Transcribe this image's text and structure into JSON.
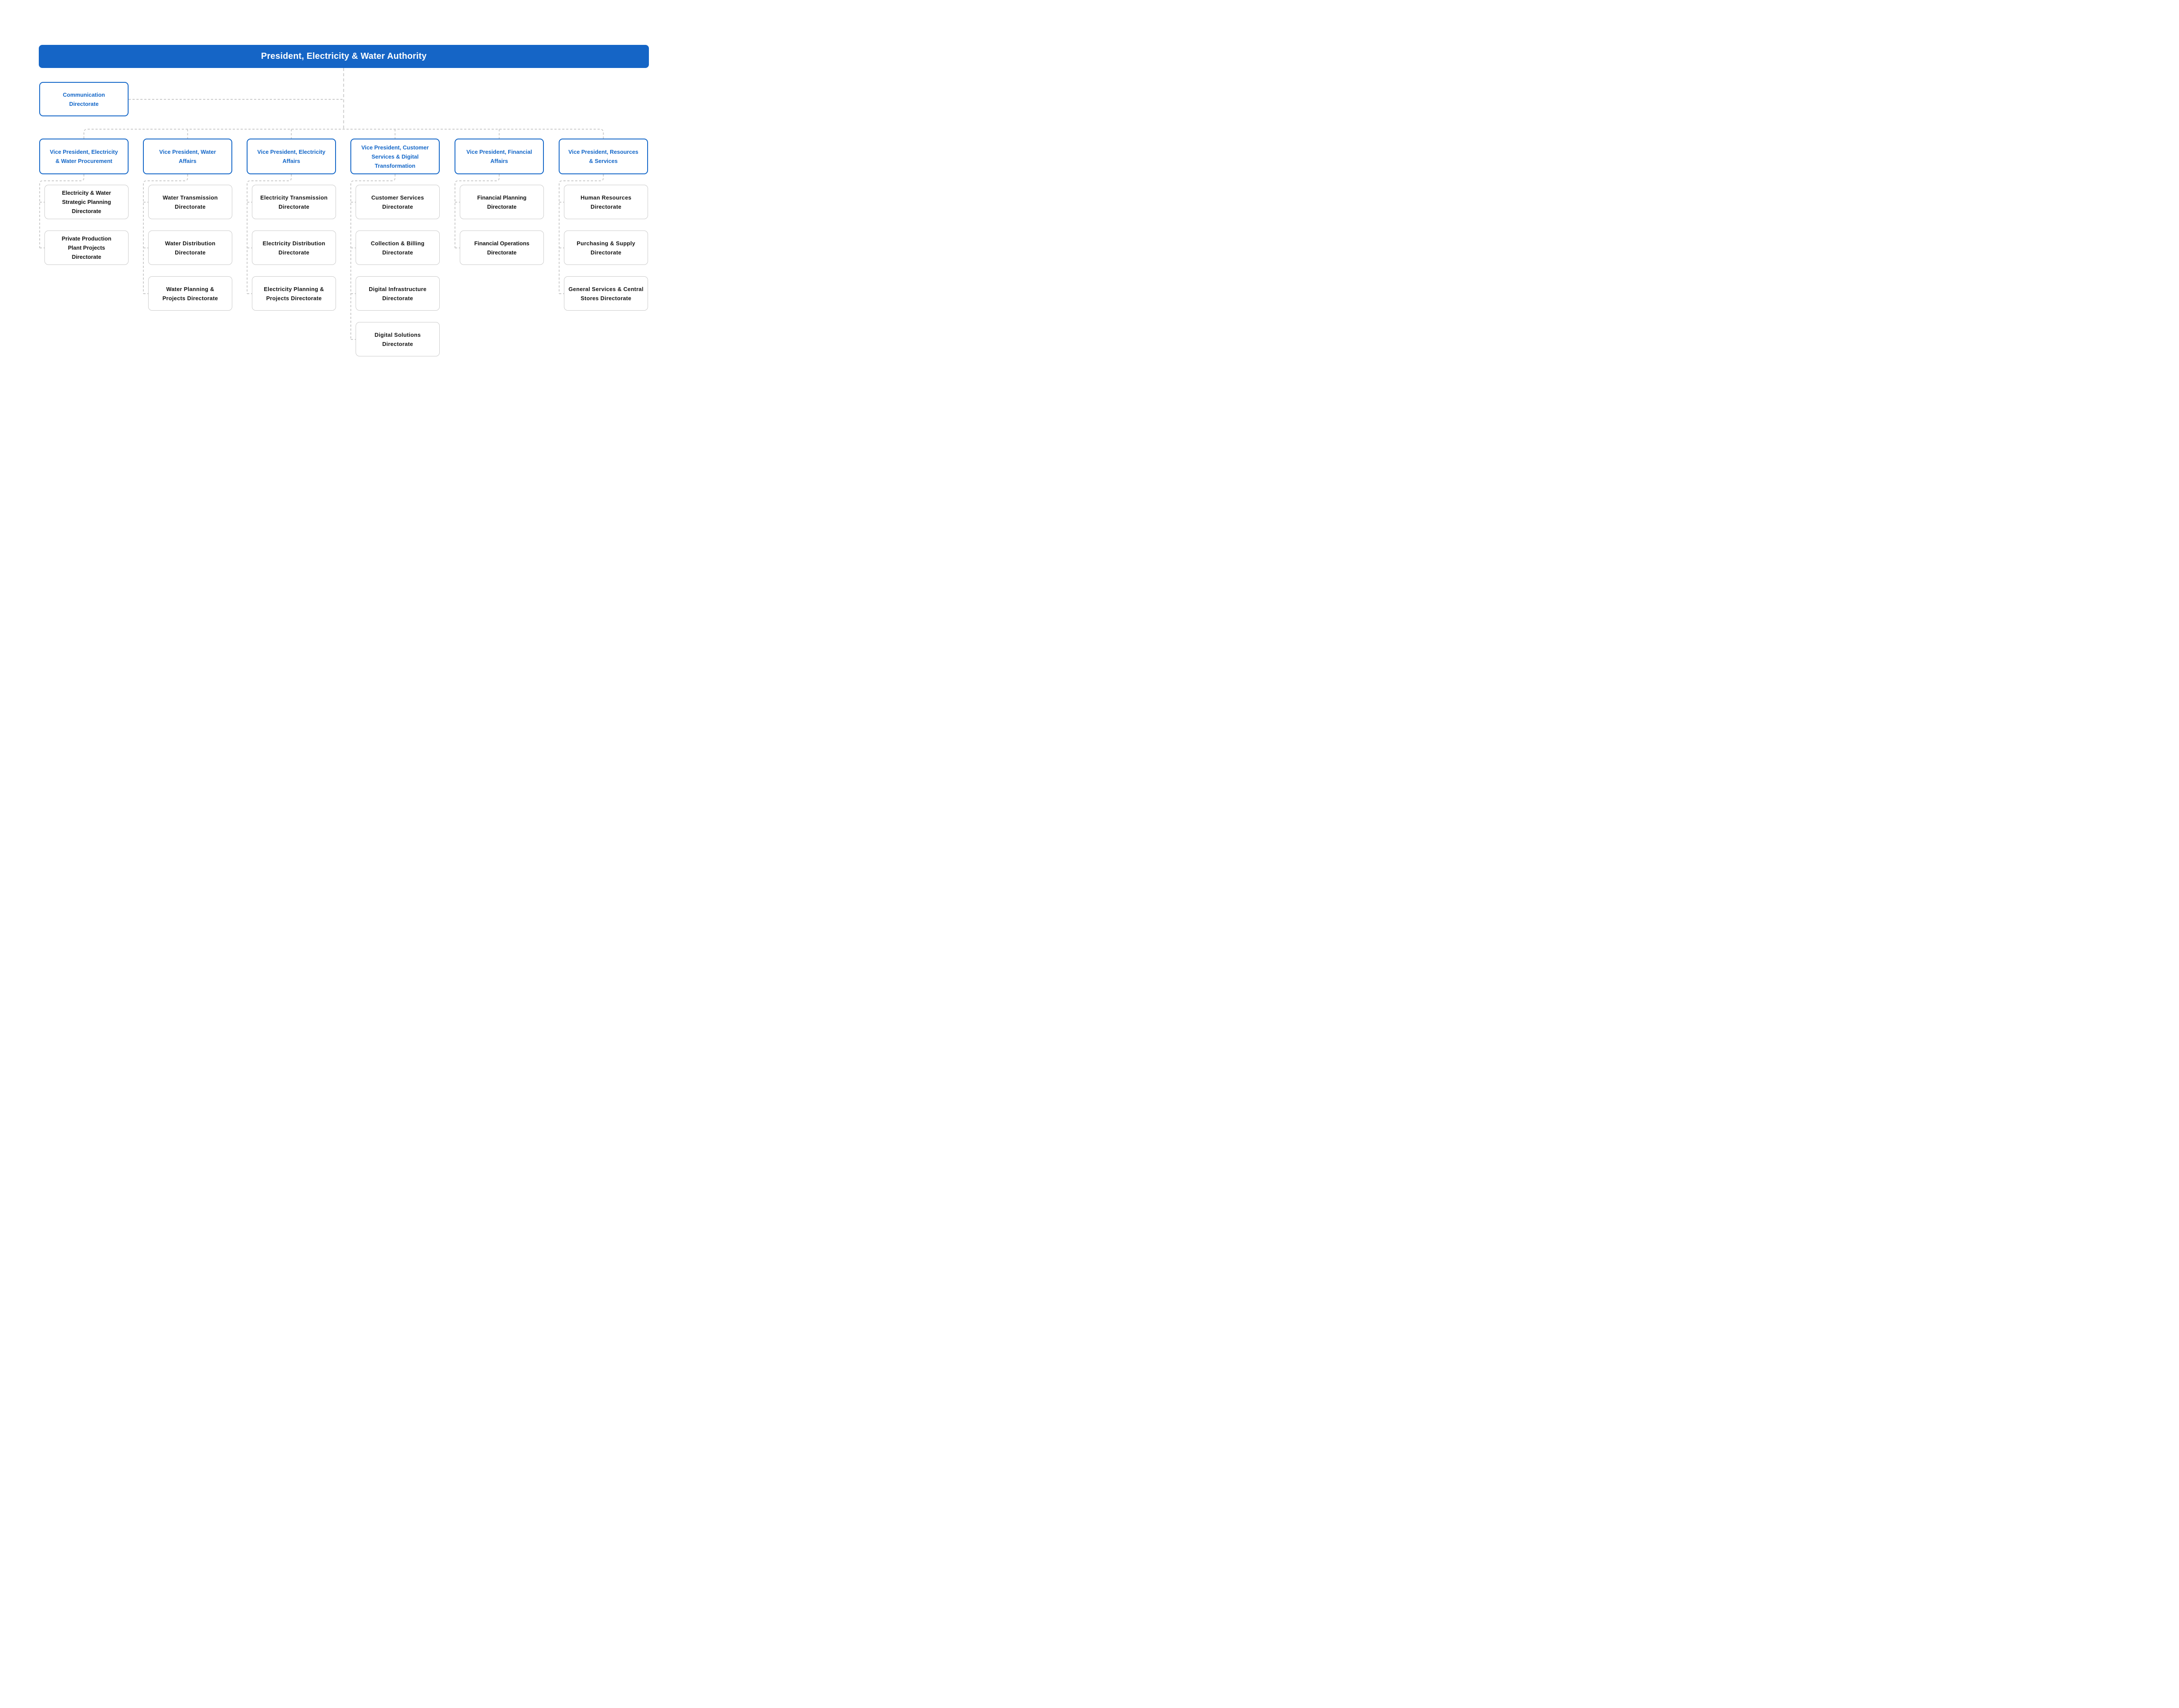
{
  "header": {
    "title": "President, Electricity & Water Authority"
  },
  "communication": {
    "label": "Communication\nDirectorate"
  },
  "columns": [
    {
      "vp": "Vice President, Electricity\n& Water Procurement",
      "directorates": [
        "Electricity & Water\nStrategic Planning\nDirectorate",
        "Private Production\nPlant Projects\nDirectorate"
      ]
    },
    {
      "vp": "Vice President, Water\nAffairs",
      "directorates": [
        "Water Transmission\nDirectorate",
        "Water Distribution\nDirectorate",
        "Water Planning &\nProjects Directorate"
      ]
    },
    {
      "vp": "Vice President, Electricity\nAffairs",
      "directorates": [
        "Electricity Transmission\nDirectorate",
        "Electricity Distribution\nDirectorate",
        "Electricity Planning &\nProjects Directorate"
      ]
    },
    {
      "vp": "Vice President, Customer\nServices & Digital\nTransformation",
      "directorates": [
        "Customer Services\nDirectorate",
        "Collection & Billing\nDirectorate",
        "Digital Infrastructure\nDirectorate",
        "Digital Solutions\nDirectorate"
      ]
    },
    {
      "vp": "Vice President, Financial\nAffairs",
      "directorates": [
        "Financial Planning\nDirectorate",
        "Financial Operations\nDirectorate"
      ]
    },
    {
      "vp": "Vice President, Resources\n& Services",
      "directorates": [
        "Human Resources\nDirectorate",
        "Purchasing & Supply\nDirectorate",
        "General Services & Central\nStores Directorate"
      ]
    }
  ],
  "colors": {
    "banner_blue": "#1565C6",
    "node_blue": "#1467C8",
    "gray_border": "#CBCBCB",
    "connector_gray": "#C4C4C4",
    "text_dark": "#141414"
  }
}
